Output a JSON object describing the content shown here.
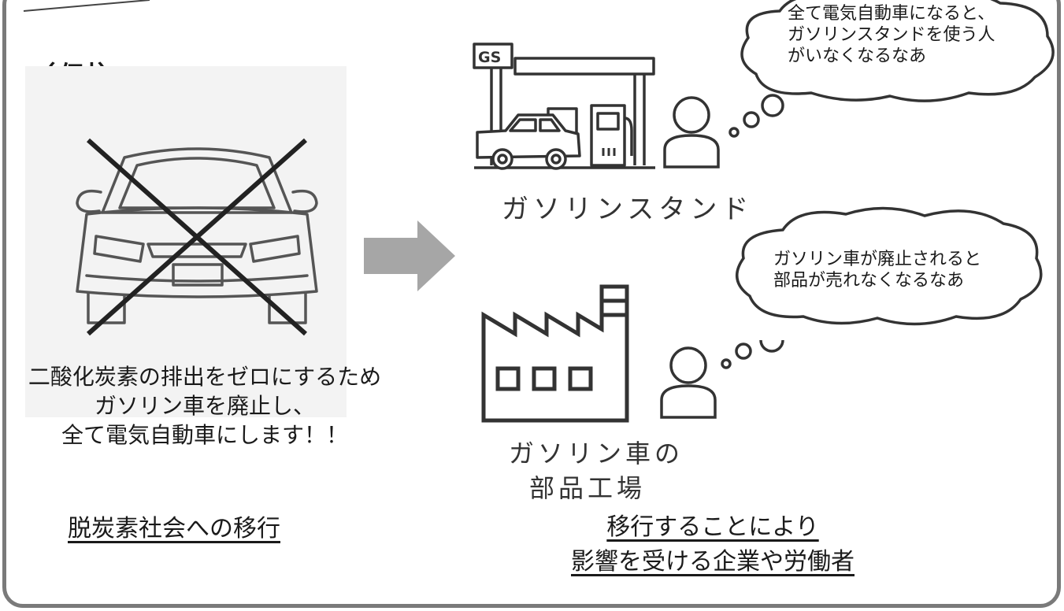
{
  "example_label": "（例）",
  "car_caption": {
    "line1": "二酸化炭素の排出をゼロにするため",
    "line2": "ガソリン車を廃止し、",
    "line3": "全て電気自動車にします！！"
  },
  "left_title": "脱炭素社会への移行",
  "gas_station": {
    "sign": "GS",
    "label": "ガソリンスタンド"
  },
  "bubble_gs": {
    "line1": "全て電気自動車になると、",
    "line2": "ガソリンスタンドを使う人",
    "line3": "がいなくなるなあ"
  },
  "bubble_factory": {
    "line1": "ガソリン車が廃止されると",
    "line2": "部品が売れなくなるなあ"
  },
  "factory": {
    "label_line1": "ガソリン車の",
    "label_line2": "部品工場"
  },
  "right_title": {
    "line1": "移行することにより",
    "line2": "影響を受ける企業や労働者"
  },
  "colors": {
    "frame": "#7a7a7a",
    "arrow": "#a6a6a6",
    "car_panel": "#f3f3f3",
    "cross": "#222222"
  }
}
